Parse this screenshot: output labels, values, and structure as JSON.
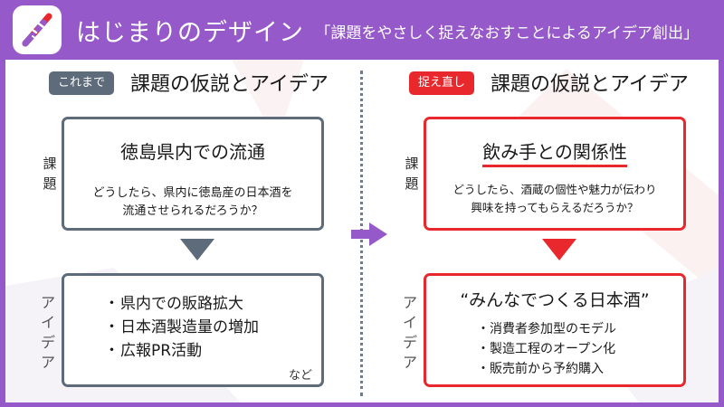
{
  "header": {
    "brand": "はじまりのデザイン",
    "tagline": "「課題をやさしく捉えなおすことによるアイデア創出」",
    "logo_icon": "striped-stick-logo-icon"
  },
  "left": {
    "tag": "これまで",
    "heading": "課題の仮説とアイデア",
    "kadai_label": "課題",
    "idea_label": "アイデア",
    "problem": {
      "title": "徳島県内での流通",
      "desc_line1": "どうしたら、県内に徳島産の日本酒を",
      "desc_line2": "流通させられるだろうか？"
    },
    "ideas": [
      "県内での販路拡大",
      "日本酒製造量の増加",
      "広報PR活動"
    ],
    "more": "など"
  },
  "right": {
    "tag": "捉え直し",
    "heading": "課題の仮説とアイデア",
    "kadai_label": "課題",
    "idea_label": "アイデア",
    "problem": {
      "title": "飲み手との関係性",
      "desc_line1": "どうしたら、酒蔵の個性や魅力が伝わり",
      "desc_line2": "興味を持ってもらえるだろうか？"
    },
    "idea_title": "“みんなでつくる日本酒”",
    "ideas": [
      "消費者参加型のモデル",
      "製造工程のオープン化",
      "販売前から予約購入"
    ]
  },
  "bullet": "・",
  "colors": {
    "header_purple": "#9659c9",
    "before_gray": "#5d6b7a",
    "after_red": "#e8282c",
    "arrow_purple": "#9659c9"
  }
}
